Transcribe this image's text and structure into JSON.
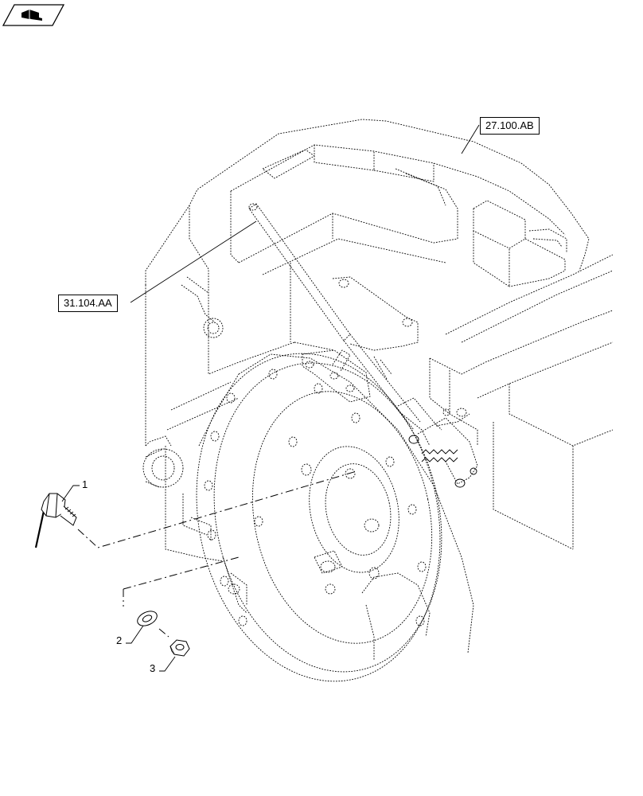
{
  "header": {
    "icon": "hand-pointing-book-icon"
  },
  "references": [
    {
      "id": "ref-27",
      "label": "27.100.AB"
    },
    {
      "id": "ref-31",
      "label": "31.104.AA"
    }
  ],
  "callouts": [
    {
      "id": "1",
      "label": "1"
    },
    {
      "id": "2",
      "label": "2"
    },
    {
      "id": "3",
      "label": "3"
    }
  ]
}
